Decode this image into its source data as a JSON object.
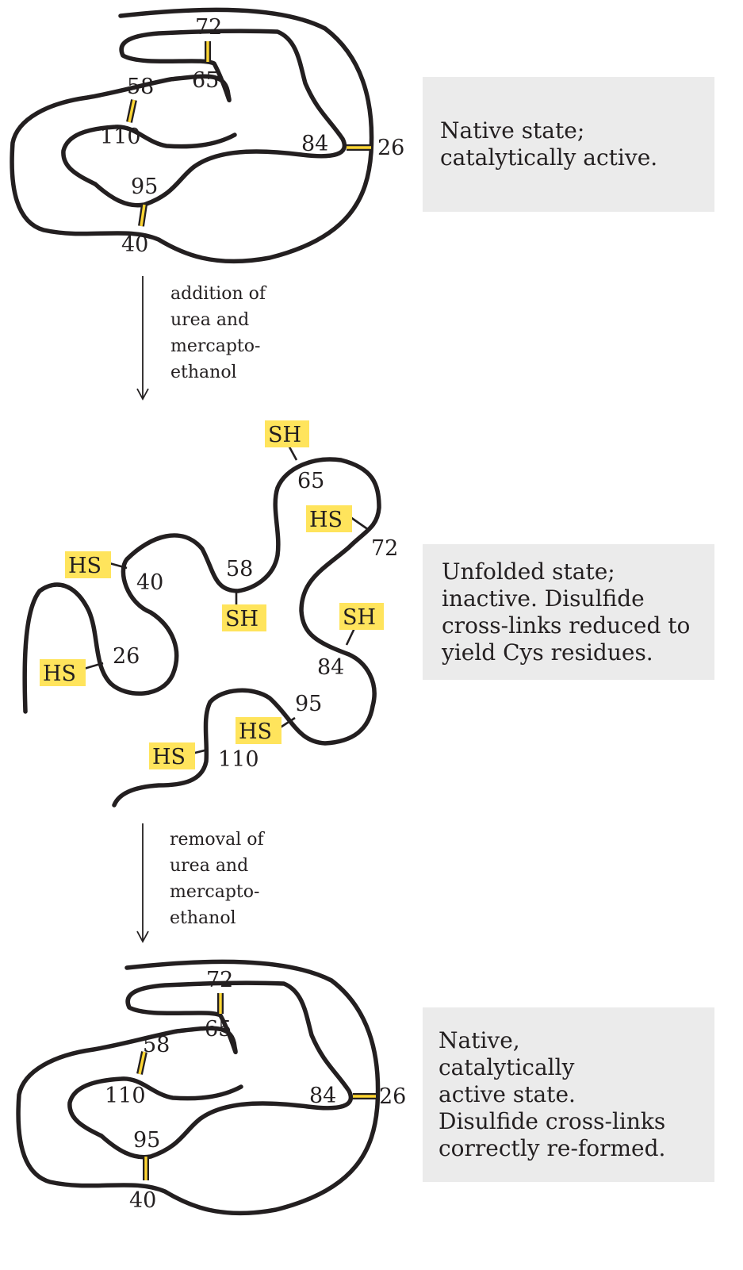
{
  "states": {
    "native": {
      "residues": {
        "r72": "72",
        "r65": "65",
        "r58": "58",
        "r110": "110",
        "r84": "84",
        "r26": "26",
        "r95": "95",
        "r40": "40"
      },
      "caption": [
        "Native state;",
        "catalytically active."
      ]
    },
    "unfolded": {
      "residues": {
        "r65": "65",
        "r72": "72",
        "r58": "58",
        "r40": "40",
        "r26": "26",
        "r84": "84",
        "r95": "95",
        "r110": "110"
      },
      "thiols": {
        "sh65": "SH",
        "hs72": "HS",
        "hs40": "HS",
        "sh58": "SH",
        "sh84": "SH",
        "hs26": "HS",
        "hs95": "HS",
        "hs110": "HS"
      },
      "caption": [
        "Unfolded state;",
        "inactive.  Disulfide",
        "cross-links reduced to",
        "yield Cys residues."
      ]
    },
    "refolded": {
      "residues": {
        "r72": "72",
        "r65": "65",
        "r58": "58",
        "r110": "110",
        "r84": "84",
        "r26": "26",
        "r95": "95",
        "r40": "40"
      },
      "caption": [
        "Native,",
        "catalytically",
        "active state.",
        "Disulfide cross-links",
        "correctly re-formed."
      ]
    }
  },
  "steps": {
    "denature": [
      "addition of",
      "urea and",
      "mercapto-",
      "ethanol"
    ],
    "renature": [
      "removal of",
      "urea and",
      "mercapto-",
      "ethanol"
    ]
  },
  "colors": {
    "chain": "#231f20",
    "disulfide": "#ffd633",
    "thiol_highlight": "#ffe45c",
    "caption_panel": "#ebebeb"
  }
}
